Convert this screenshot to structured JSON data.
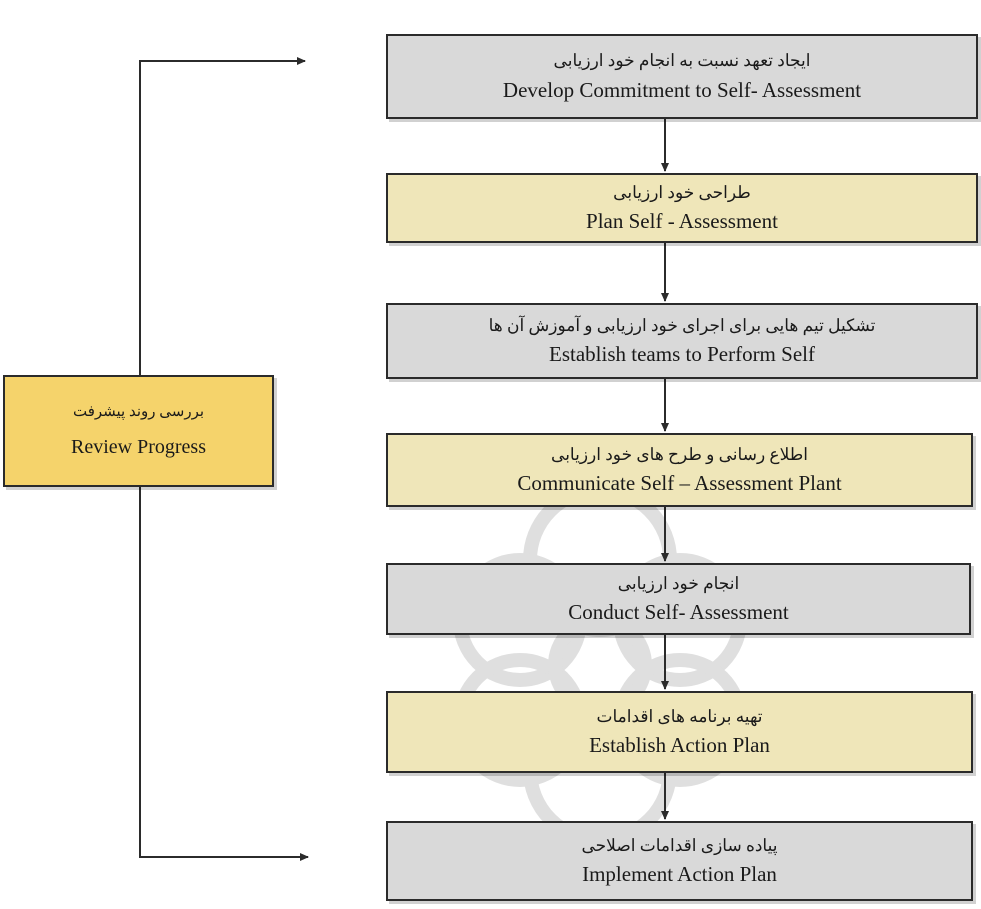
{
  "colors": {
    "gray_box": "#d9d9d9",
    "tan_box": "#efe6b9",
    "review_box": "#f5d36b",
    "line": "#2b2b2b"
  },
  "steps": [
    {
      "fa": "ایجاد تعهد نسبت به انجام خود ارزیابی",
      "en": "Develop Commitment to Self- Assessment"
    },
    {
      "fa": "طراحی خود ارزیابی",
      "en": "Plan Self - Assessment"
    },
    {
      "fa": "تشکیل تیم هایی برای اجرای خود ارزیابی  و آموزش آن ها",
      "en": "Establish teams  to Perform Self"
    },
    {
      "fa": "اطلاع رسانی و طرح های خود ارزیابی",
      "en": "Communicate Self – Assessment Plant"
    },
    {
      "fa": "انجام خود ارزیابی",
      "en": "Conduct Self- Assessment"
    },
    {
      "fa": "تهیه برنامه های اقدامات",
      "en": "Establish Action Plan"
    },
    {
      "fa": "پیاده سازی اقدامات اصلاحی",
      "en": "Implement  Action Plan"
    }
  ],
  "review": {
    "fa": "بررسی روند پیشرفت",
    "en": "Review Progress"
  },
  "watermark_icon": "arabesque-watermark-icon"
}
